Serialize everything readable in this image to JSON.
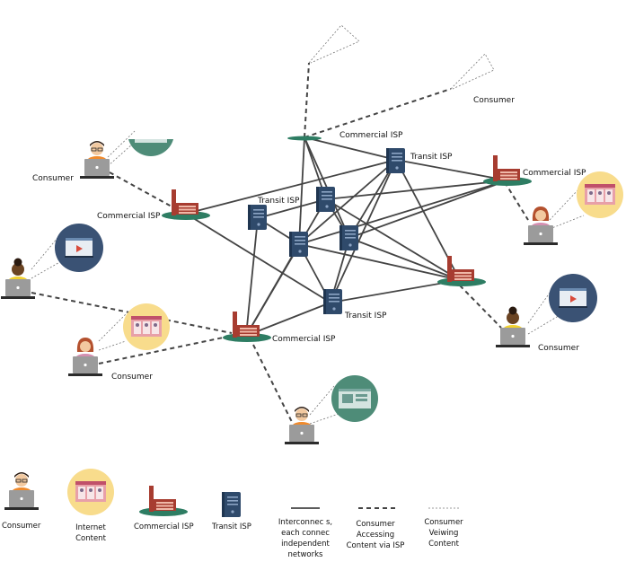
{
  "labels": {
    "consumer": "Consumer",
    "commercial_isp": "Commercial ISP",
    "transit_isp": "Transit ISP"
  },
  "legend": {
    "consumer": "Consumer",
    "internet_content_1": "Internet",
    "internet_content_2": "Content",
    "commercial_isp": "Commercial ISP",
    "transit_isp": "Transit ISP",
    "interconnect_1": "Interconnec s,",
    "interconnect_2": "each connec",
    "interconnect_3": "independent",
    "interconnect_4": "networks",
    "accessing_1": "Consumer",
    "accessing_2": "Accessing",
    "accessing_3": "Content via ISP",
    "viewing_1": "Consumer",
    "viewing_2": "Veiwing",
    "viewing_3": "Content"
  },
  "colors": {
    "isp_base": "#2e7d63",
    "factory": "#a73c30",
    "server": "#2f4a6b",
    "content_yellow": "#f8dc8c",
    "content_green": "#4e8c78",
    "content_blue": "#3a5274",
    "laptop": "#9b9b9b",
    "line": "#444444"
  }
}
